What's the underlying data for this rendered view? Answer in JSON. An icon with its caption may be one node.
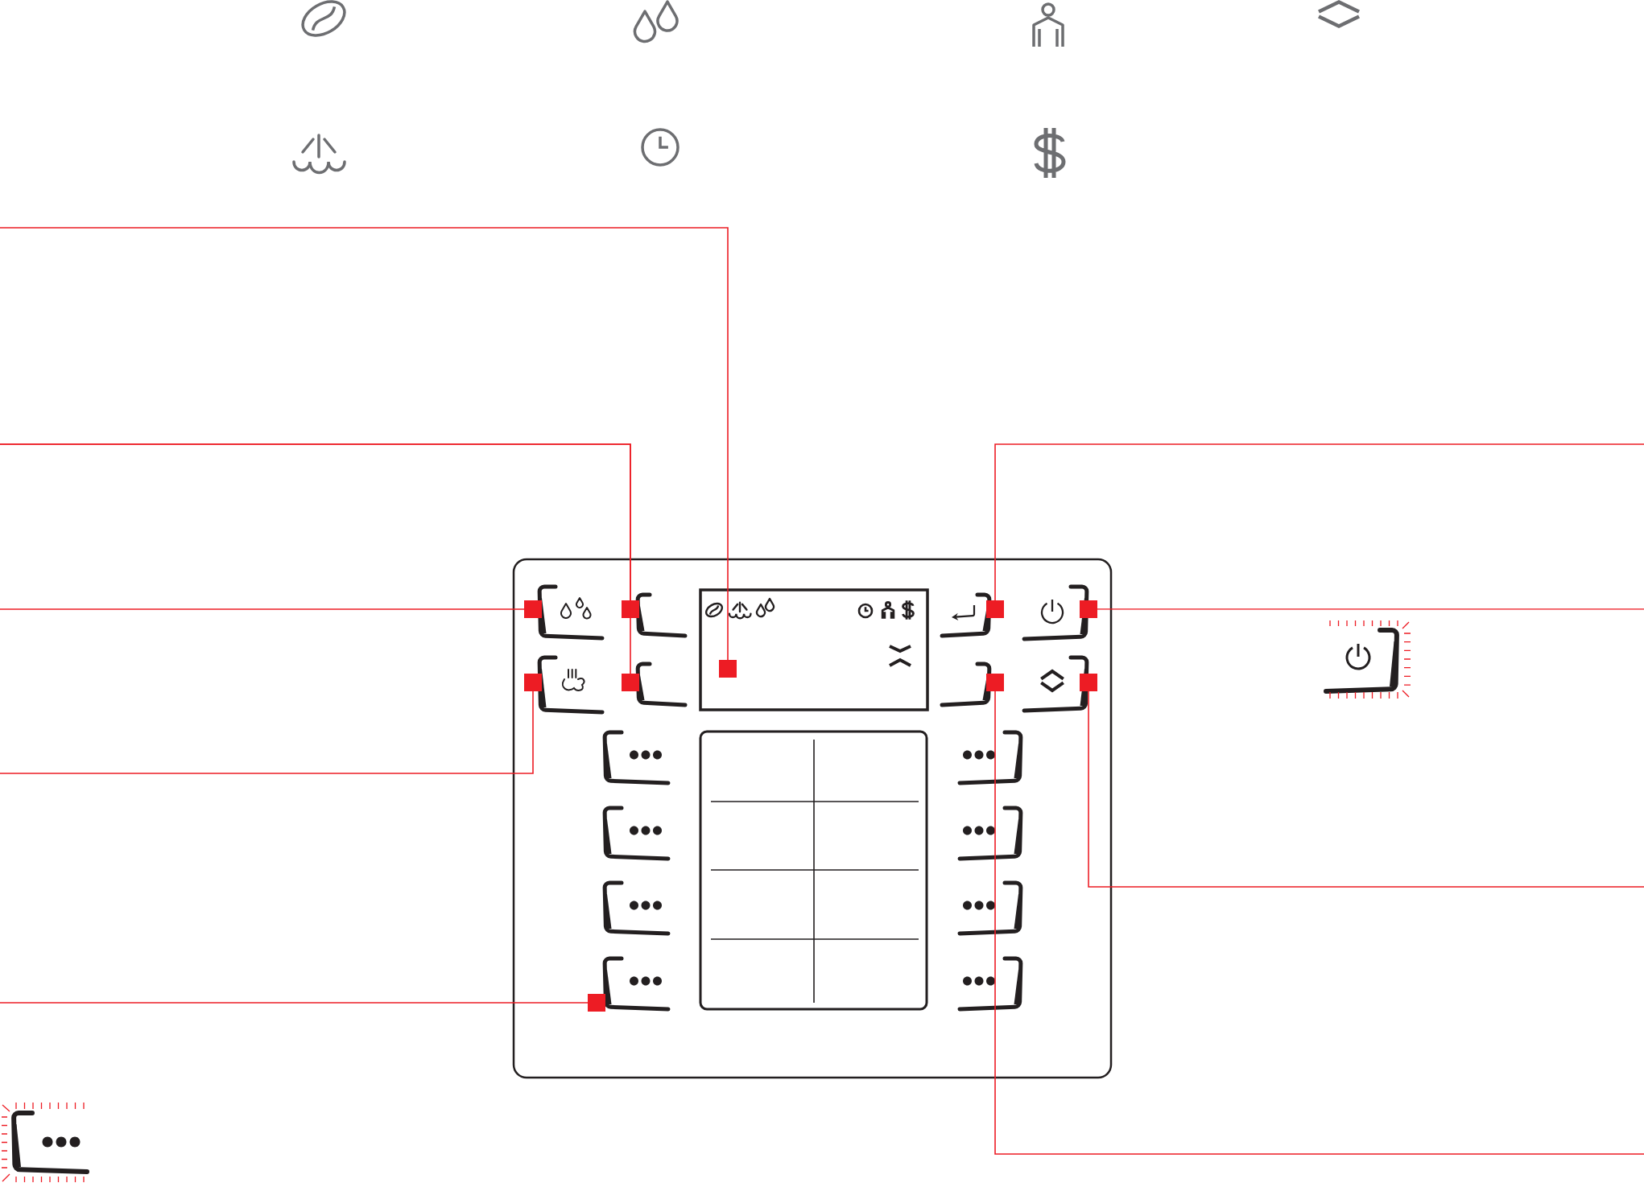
{
  "diagram": {
    "nodes": [
      {
        "text": [],
        "shape": "button"
      },
      {
        "text": [],
        "shape": "button"
      },
      {
        "text": [],
        "shape": "box"
      },
      {
        "text": [],
        "shape": "button"
      },
      {
        "text": [],
        "shape": "button"
      },
      {
        "text": [],
        "shape": "button"
      },
      {
        "text": [],
        "shape": "button"
      },
      {
        "text": [],
        "shape": "button"
      },
      {
        "text": [],
        "shape": "button"
      },
      {
        "text": [],
        "shape": "button"
      }
    ],
    "edges": [
      {
        "from": null,
        "to": 2,
        "arrow": "other"
      },
      {
        "from": null,
        "to": 1,
        "arrow": "other"
      },
      {
        "from": null,
        "to": 6,
        "arrow": "other"
      },
      {
        "from": null,
        "to": 0,
        "arrow": "other"
      },
      {
        "from": null,
        "to": 5,
        "arrow": "other"
      },
      {
        "from": null,
        "to": 9,
        "arrow": "other"
      },
      {
        "from": null,
        "to": 3,
        "arrow": "other"
      },
      {
        "from": null,
        "to": 4,
        "arrow": "other"
      },
      {
        "from": null,
        "to": 8,
        "arrow": "other"
      },
      {
        "from": null,
        "to": 7,
        "arrow": "other"
      }
    ]
  }
}
